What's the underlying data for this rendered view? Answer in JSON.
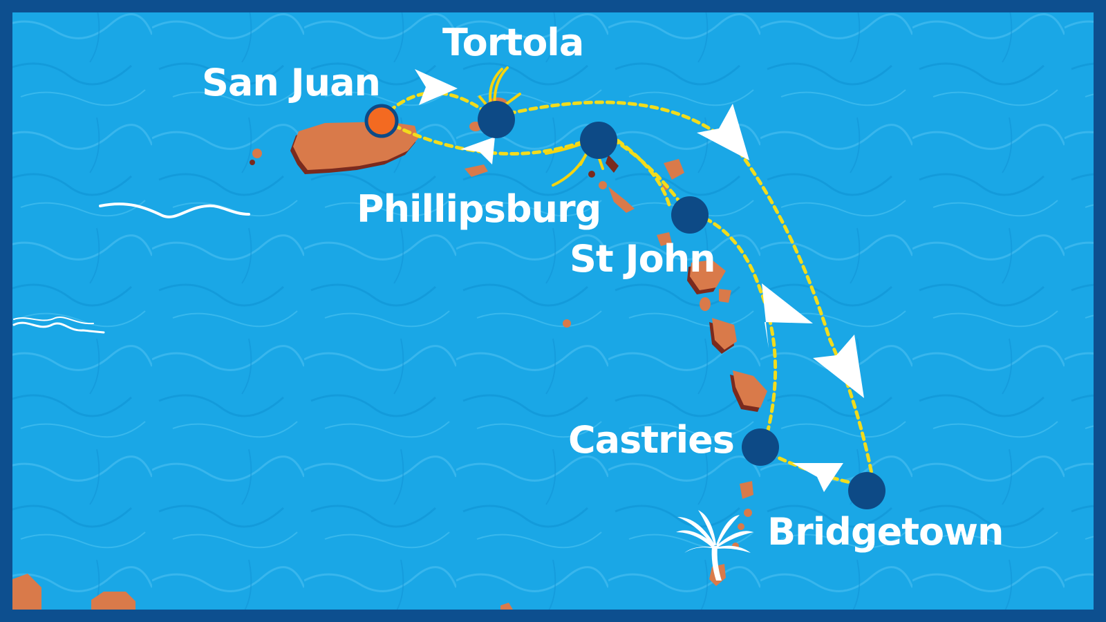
{
  "map": {
    "colors": {
      "sea": "#1aa7e6",
      "sea_dark": "#0d86c9",
      "frame": "#0d4f8f",
      "land": "#d97a4a",
      "land_shadow": "#7a2a1e",
      "route": "#f2dc1c",
      "arrow": "#ffffff",
      "port_marker": "#0d4a86",
      "home_port_marker": "#f36a21",
      "highlight_arrow": "#f5d40f"
    },
    "home_port": "San Juan",
    "ports": [
      {
        "id": "san-juan",
        "name": "San Juan",
        "role": "home port"
      },
      {
        "id": "tortola",
        "name": "Tortola",
        "role": "port of call"
      },
      {
        "id": "phillipsburg",
        "name": "Phillipsburg",
        "role": "port of call"
      },
      {
        "id": "st-john",
        "name": "St John",
        "role": "port of call"
      },
      {
        "id": "castries",
        "name": "Castries",
        "role": "port of call"
      },
      {
        "id": "bridgetown",
        "name": "Bridgetown",
        "role": "port of call"
      }
    ],
    "route_order": [
      "San Juan",
      "Tortola",
      "Bridgetown",
      "Castries",
      "St John",
      "Phillipsburg",
      "San Juan"
    ],
    "icons": [
      "palm-tree-icon",
      "wave-icon",
      "direction-arrow-icon",
      "highlight-arrow-icon"
    ]
  }
}
